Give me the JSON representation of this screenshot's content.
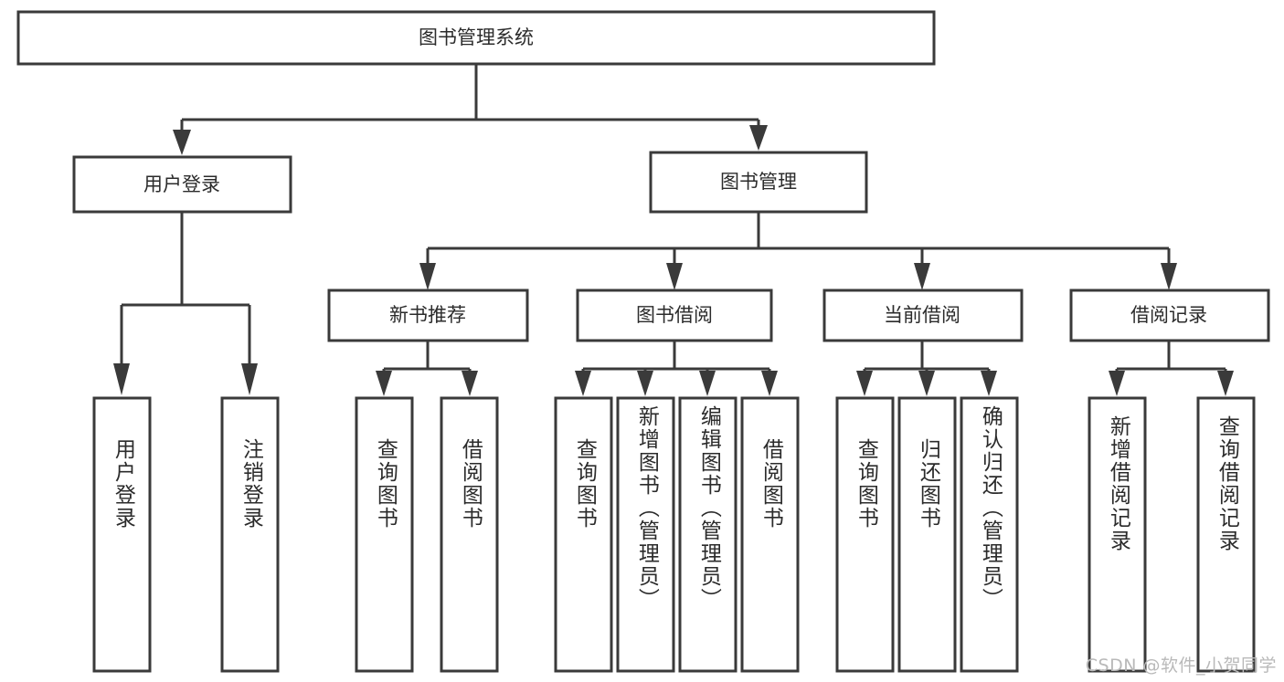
{
  "diagram": {
    "type": "tree",
    "title": "图书管理系统",
    "watermark": "CSDN @软件_小贺同学",
    "colors": {
      "stroke": "#3a3a3a",
      "fill": "#ffffff",
      "text": "#2b2b2b",
      "watermark": "#b9b9b9"
    },
    "root": {
      "label": "图书管理系统"
    },
    "level2": [
      {
        "label": "用户登录"
      },
      {
        "label": "图书管理"
      }
    ],
    "level3": [
      {
        "label": "新书推荐"
      },
      {
        "label": "图书借阅"
      },
      {
        "label": "当前借阅"
      },
      {
        "label": "借阅记录"
      }
    ],
    "leaves": {
      "user_login": [
        {
          "label": "用户登录"
        },
        {
          "label": "注销登录"
        }
      ],
      "new_book_recommend": [
        {
          "label": "查询图书"
        },
        {
          "label": "借阅图书"
        }
      ],
      "book_borrow": [
        {
          "label": "查询图书"
        },
        {
          "label": "新增图书（管理员）"
        },
        {
          "label": "编辑图书（管理员）"
        },
        {
          "label": "借阅图书"
        }
      ],
      "current_borrow": [
        {
          "label": "查询图书"
        },
        {
          "label": "归还图书"
        },
        {
          "label": "确认归还（管理员）"
        }
      ],
      "borrow_record": [
        {
          "label": "新增借阅记录"
        },
        {
          "label": "查询借阅记录"
        }
      ]
    }
  }
}
